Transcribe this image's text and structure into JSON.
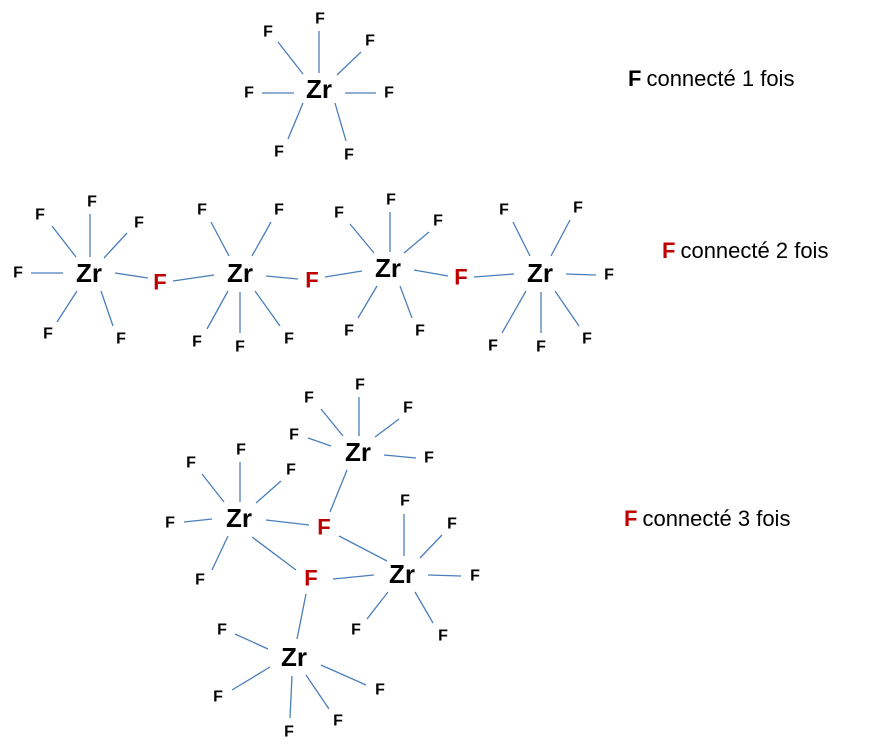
{
  "colors": {
    "bond": "#4a7ebb",
    "text": "#000000",
    "bridging_fluorine": "#c00000"
  },
  "labels": {
    "zr": "Zr",
    "f": "F"
  },
  "rows": [
    {
      "caption_f": "F",
      "caption_f_color": "#000000",
      "caption_text": "connecté 1 fois"
    },
    {
      "caption_f": "F",
      "caption_f_color": "#c00000",
      "caption_text": "connecté 2 fois"
    },
    {
      "caption_f": "F",
      "caption_f_color": "#c00000",
      "caption_text": "connecté 3 fois"
    }
  ]
}
